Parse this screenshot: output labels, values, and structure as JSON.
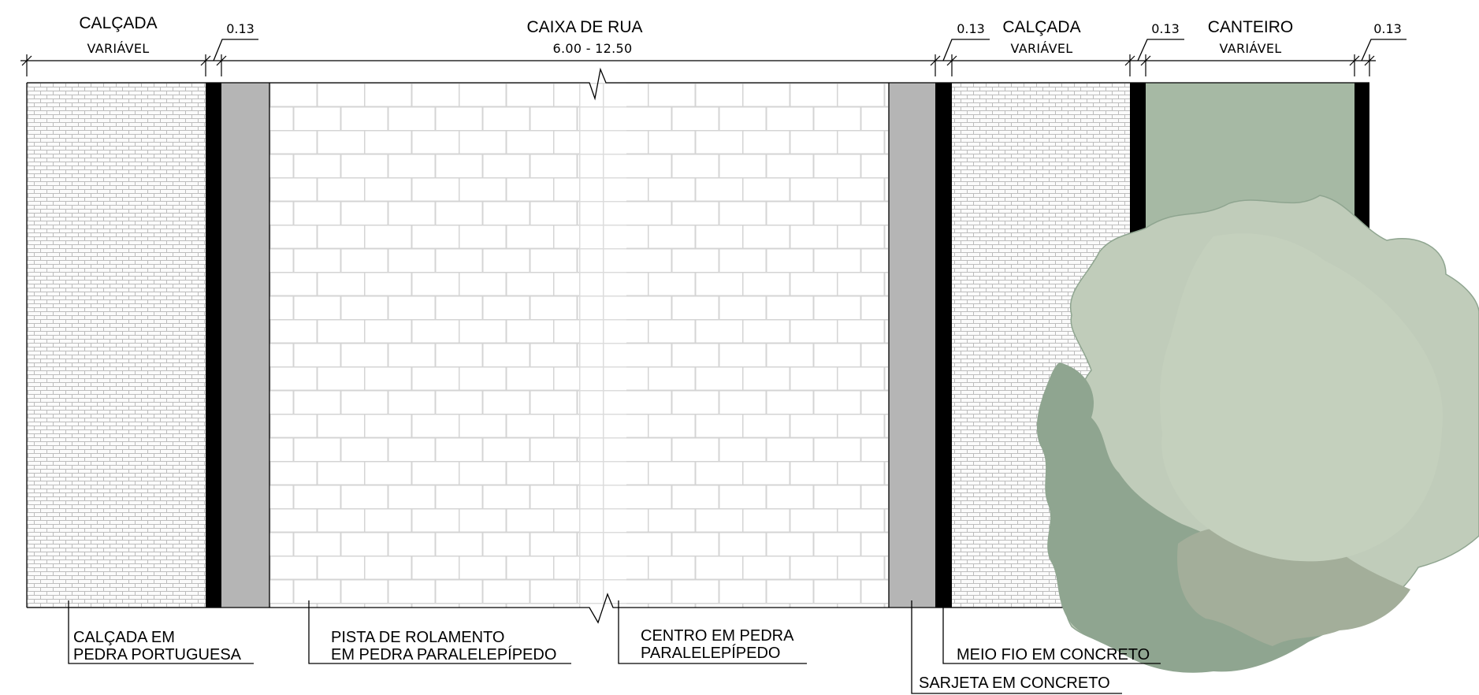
{
  "dimensions": {
    "sidewalk_left_title": "CALÇADA",
    "sidewalk_left_sub": "VARIÁVEL",
    "curb_left_value": "0.13",
    "street_title": "CAIXA DE RUA",
    "street_sub": "6.00 - 12.50",
    "curb_right_value": "0.13",
    "sidewalk_right_title": "CALÇADA",
    "sidewalk_right_sub": "VARIÁVEL",
    "curb_planter_value": "0.13",
    "planter_title": "CANTEIRO",
    "planter_sub": "VARIÁVEL",
    "curb_end_value": "0.13"
  },
  "callouts": {
    "sidewalk_line1": "CALÇADA EM",
    "sidewalk_line2": "PEDRA PORTUGUESA",
    "roadway_line1": "PISTA DE ROLAMENTO",
    "roadway_line2": "EM PEDRA PARALELEPÍPEDO",
    "center_line1": "CENTRO EM PEDRA",
    "center_line2": "PARALELEPÍPEDO",
    "curb": "MEIO FIO EM CONCRETO",
    "gutter": "SARJETA EM CONCRETO"
  },
  "colors": {
    "curb": "#000000",
    "gutter": "#b5b5b5",
    "planter": "#a6b9a4",
    "paving_line": "#d4d4d4",
    "tree_light": "#c0ccba",
    "tree_mid": "#b2b8a6",
    "tree_dark": "#8fa590"
  }
}
